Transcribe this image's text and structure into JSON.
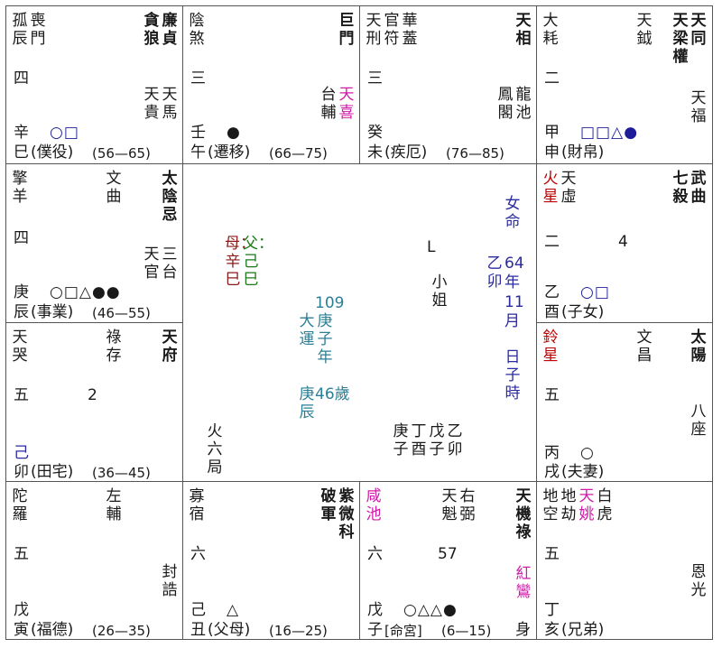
{
  "cells": {
    "si": {
      "stars": [
        {
          "text": "孤辰",
          "bold": false
        },
        {
          "text": "喪門",
          "bold": false
        },
        {
          "text": "貪狼",
          "bold": true
        },
        {
          "text": "廉貞",
          "bold": true
        },
        {
          "text": "天貴",
          "bold": false
        },
        {
          "text": "天馬",
          "bold": false
        }
      ],
      "num": "四",
      "symbols": "○□",
      "stem": "辛",
      "branch": "巳",
      "palace": "(僕役)",
      "range": "(56—65)"
    },
    "wu": {
      "stars": [
        {
          "text": "陰煞",
          "bold": false
        },
        {
          "text": "巨門",
          "bold": true
        },
        {
          "text": "台輔",
          "bold": false
        },
        {
          "text": "天喜",
          "bold": false
        }
      ],
      "num": "三",
      "symbols": "●",
      "stem": "壬",
      "branch": "午",
      "palace": "(遷移)",
      "range": "(66—75)"
    },
    "wei": {
      "stars": [
        {
          "text": "天刑",
          "bold": false
        },
        {
          "text": "官符",
          "bold": false
        },
        {
          "text": "華蓋",
          "bold": false
        },
        {
          "text": "天相",
          "bold": true
        },
        {
          "text": "鳳閣",
          "bold": false
        },
        {
          "text": "龍池",
          "bold": false
        }
      ],
      "num": "三",
      "stem": "癸",
      "branch": "未",
      "palace": "(疾厄)",
      "range": "(76—85)"
    },
    "shen": {
      "stars": [
        {
          "text": "大耗",
          "bold": false
        },
        {
          "text": "天鉞",
          "bold": false
        },
        {
          "text": "天梁權",
          "bold": true
        },
        {
          "text": "天同",
          "bold": true
        },
        {
          "text": "天福",
          "bold": false
        }
      ],
      "num": "二",
      "symbols": "□□△●",
      "stem": "甲",
      "branch": "申",
      "palace": "(財帛)"
    },
    "chen": {
      "stars": [
        {
          "text": "擎羊",
          "bold": false
        },
        {
          "text": "文曲",
          "bold": false
        },
        {
          "text": "太陰忌",
          "bold": true
        },
        {
          "text": "天官",
          "bold": false
        },
        {
          "text": "三台",
          "bold": false
        }
      ],
      "num": "四",
      "symbols": "○□△●●",
      "stem": "庚",
      "branch": "辰",
      "palace": "(事業)",
      "range": "(46—55)"
    },
    "you": {
      "stars": [
        {
          "text": "火星",
          "bold": false
        },
        {
          "text": "天虛",
          "bold": false
        },
        {
          "text": "七殺",
          "bold": true
        },
        {
          "text": "武曲",
          "bold": true
        }
      ],
      "num": "二",
      "extra": "4",
      "symbols": "○□",
      "stem": "乙",
      "branch": "酉",
      "palace": "(子女)"
    },
    "mao": {
      "stars": [
        {
          "text": "天哭",
          "bold": false
        },
        {
          "text": "祿存",
          "bold": false
        },
        {
          "text": "天府",
          "bold": true
        }
      ],
      "num": "五",
      "extra": "2",
      "stem": "己",
      "branch": "卯",
      "palace": "(田宅)",
      "range": "(36—45)"
    },
    "xu": {
      "stars": [
        {
          "text": "鈴星",
          "bold": false
        },
        {
          "text": "文昌",
          "bold": false
        },
        {
          "text": "太陽",
          "bold": true
        },
        {
          "text": "八座",
          "bold": false
        }
      ],
      "num": "五",
      "symbols": "○",
      "stem": "丙",
      "branch": "戌",
      "palace": "(夫妻)"
    },
    "yin": {
      "stars": [
        {
          "text": "陀羅",
          "bold": false
        },
        {
          "text": "左輔",
          "bold": false
        },
        {
          "text": "封誥",
          "bold": false
        }
      ],
      "num": "五",
      "stem": "戊",
      "branch": "寅",
      "palace": "(福德)",
      "range": "(26—35)"
    },
    "chou": {
      "stars": [
        {
          "text": "寡宿",
          "bold": false
        },
        {
          "text": "破軍",
          "bold": true
        },
        {
          "text": "紫微科",
          "bold": true
        }
      ],
      "num": "六",
      "symbols": "△",
      "stem": "己",
      "branch": "丑",
      "palace": "(父母)",
      "range": "(16—25)"
    },
    "zi": {
      "stars": [
        {
          "text": "咸池",
          "bold": false
        },
        {
          "text": "天魁",
          "bold": false
        },
        {
          "text": "右弼",
          "bold": false
        },
        {
          "text": "天機祿",
          "bold": true
        },
        {
          "text": "紅鸞",
          "bold": false
        }
      ],
      "num": "六",
      "extra": "57",
      "symbols": "○△△●",
      "stem": "戊",
      "branch": "子",
      "palace": "[命宮]",
      "range": "(6—15)",
      "shen_mark": "身"
    },
    "hai": {
      "stars": [
        {
          "text": "地空",
          "bold": false
        },
        {
          "text": "地劫",
          "bold": false
        },
        {
          "text": "天姚",
          "bold": false
        },
        {
          "text": "白虎",
          "bold": false
        },
        {
          "text": "恩光",
          "bold": false
        }
      ],
      "num": "五",
      "stem": "丁",
      "branch": "亥",
      "palace": "(兄弟)"
    }
  },
  "center": {
    "mother_label": "母：辛巳",
    "father_label": "父：己巳",
    "age": "109",
    "dayun": "大運",
    "gengzi_year": "庚子年",
    "gengchen": "庚辰",
    "sui": "46歲",
    "L": "L",
    "xiaojie": "小姐",
    "nvming": "女命",
    "yimao": "乙卯",
    "n64": "64",
    "nian": "年",
    "n11": "11",
    "yue": "月",
    "rizi": "日子時",
    "huoliuju": "火六局",
    "pillars": [
      "庚子",
      "丁酉",
      "戊子",
      "乙卯"
    ]
  },
  "colors": {
    "red": "#c00000",
    "magenta": "#d01aa8",
    "teal": "#2a7f95",
    "navy": "#2b2ba0",
    "green": "#1a7a1a",
    "maroon": "#8b1a1a"
  }
}
